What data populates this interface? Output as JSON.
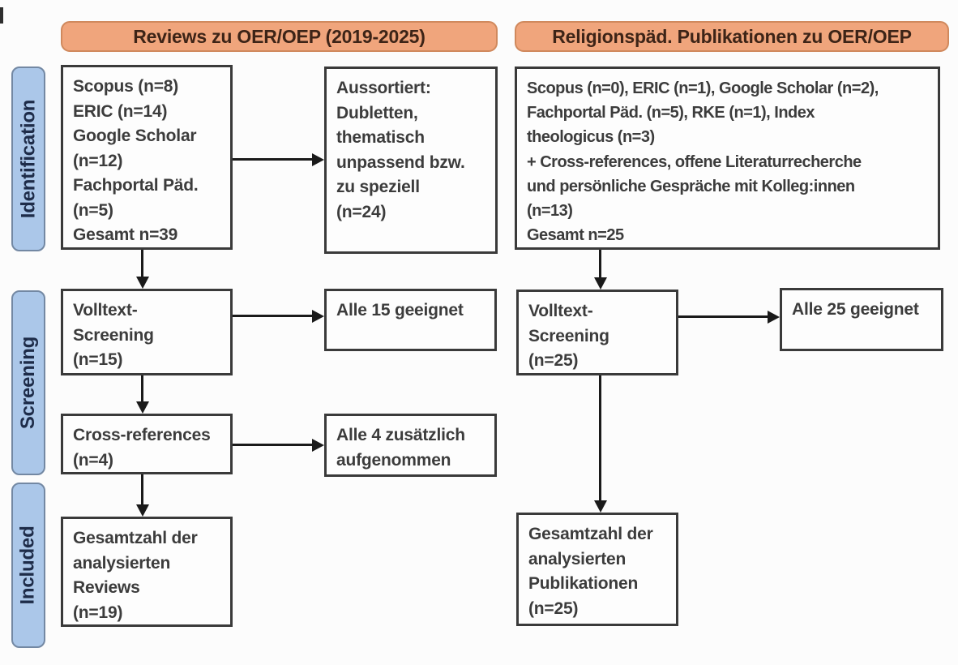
{
  "diagram": {
    "columns": {
      "reviews_header": "Reviews zu OER/OEP (2019-2025)",
      "publications_header": "Religionspäd. Publikationen zu OER/OEP"
    },
    "stages": {
      "identification": "Identification",
      "screening": "Screening",
      "included": "Included"
    },
    "boxes": {
      "reviews_sources": {
        "lines": [
          "Scopus (n=8)",
          "ERIC (n=14)",
          "Google Scholar",
          "(n=12)",
          "Fachportal Päd.",
          "(n=5)",
          "Gesamt n=39"
        ]
      },
      "reviews_excluded": {
        "lines": [
          "Aussortiert:",
          "Dubletten,",
          "thematisch",
          "unpassend bzw.",
          "zu speziell",
          "(n=24)"
        ]
      },
      "reviews_fulltext": {
        "lines": [
          "Volltext-",
          "Screening",
          "(n=15)"
        ]
      },
      "reviews_fulltext_result": {
        "lines": [
          "Alle 15 geeignet"
        ]
      },
      "reviews_crossref": {
        "lines": [
          "Cross-references",
          "(n=4)"
        ]
      },
      "reviews_crossref_result": {
        "lines": [
          "Alle 4 zusätzlich",
          "aufgenommen"
        ]
      },
      "reviews_included": {
        "lines": [
          "Gesamtzahl der",
          "analysierten",
          "Reviews",
          "(n=19)"
        ]
      },
      "publications_sources": {
        "lines": [
          "Scopus (n=0), ERIC (n=1), Google Scholar (n=2),",
          "Fachportal Päd. (n=5), RKE (n=1), Index",
          "theologicus (n=3)",
          "+ Cross-references, offene Literaturrecherche",
          "und persönliche Gespräche mit Kolleg:innen",
          "(n=13)",
          "Gesamt n=25"
        ]
      },
      "publications_fulltext": {
        "lines": [
          "Volltext-",
          "Screening",
          "(n=25)"
        ]
      },
      "publications_fulltext_result": {
        "lines": [
          "Alle 25 geeignet"
        ]
      },
      "publications_included": {
        "lines": [
          "Gesamtzahl der",
          "analysierten",
          "Publikationen",
          "(n=25)"
        ]
      }
    },
    "colors": {
      "header_fill": "#f0a57c",
      "header_border": "#d0895d",
      "header_text": "#3d2417",
      "stage_fill": "#abc7e9",
      "stage_border": "#7388a3",
      "stage_text": "#1e2c49",
      "box_border": "#3a3a3a",
      "box_text": "#3c3c3c",
      "arrow": "#1a1a1a"
    }
  }
}
